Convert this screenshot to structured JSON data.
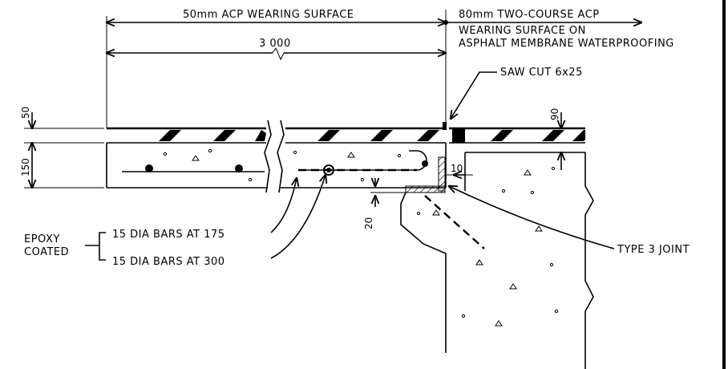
{
  "labels": {
    "wearing_surface_50": "50mm ACP WEARING SURFACE",
    "two_course_line1": "80mm TWO-COURSE ACP",
    "two_course_line2": "WEARING SURFACE ON",
    "two_course_line3": "ASPHALT MEMBRANE WATERPROOFING",
    "saw_cut": "SAW CUT 6x25",
    "bars_175": "15 DIA BARS AT 175",
    "bars_300": "15 DIA BARS AT 300",
    "epoxy_line1": "EPOXY",
    "epoxy_line2": "COATED",
    "type3_joint": "TYPE 3 JOINT"
  },
  "dimensions": {
    "width_3000": "3 000",
    "d50": "50",
    "d150": "150",
    "d90": "90",
    "d10": "10",
    "d20": "20"
  }
}
